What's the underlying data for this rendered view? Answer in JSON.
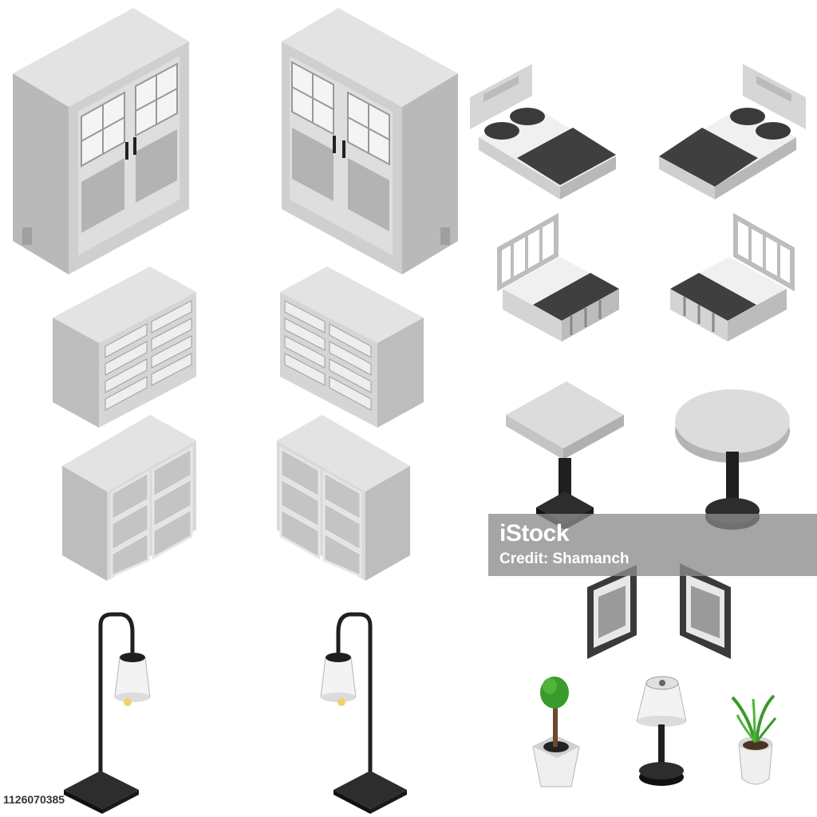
{
  "watermark": {
    "logo_text": "iStock",
    "credit": "Credit: Shamanch"
  },
  "stock_id": "1126070385",
  "items": [
    {
      "name": "wardrobe",
      "count": 2
    },
    {
      "name": "double-bed",
      "count": 2
    },
    {
      "name": "slatted-bed",
      "count": 2
    },
    {
      "name": "chest-of-drawers",
      "count": 2
    },
    {
      "name": "cube-shelf",
      "count": 2
    },
    {
      "name": "square-table",
      "count": 1
    },
    {
      "name": "round-table",
      "count": 1
    },
    {
      "name": "picture-frame",
      "count": 2
    },
    {
      "name": "floor-lamp",
      "count": 2
    },
    {
      "name": "potted-tree",
      "count": 1
    },
    {
      "name": "table-lamp",
      "count": 1
    },
    {
      "name": "potted-plant",
      "count": 1
    }
  ],
  "colors": {
    "background": "#ffffff",
    "furniture_light": "#d9d9d9",
    "furniture_mid": "#bdbdbd",
    "furniture_dark": "#a6a6a6",
    "mattress": "#3f3f3f",
    "metal": "#1f1f1f",
    "plant_green": "#3a9a2a"
  }
}
